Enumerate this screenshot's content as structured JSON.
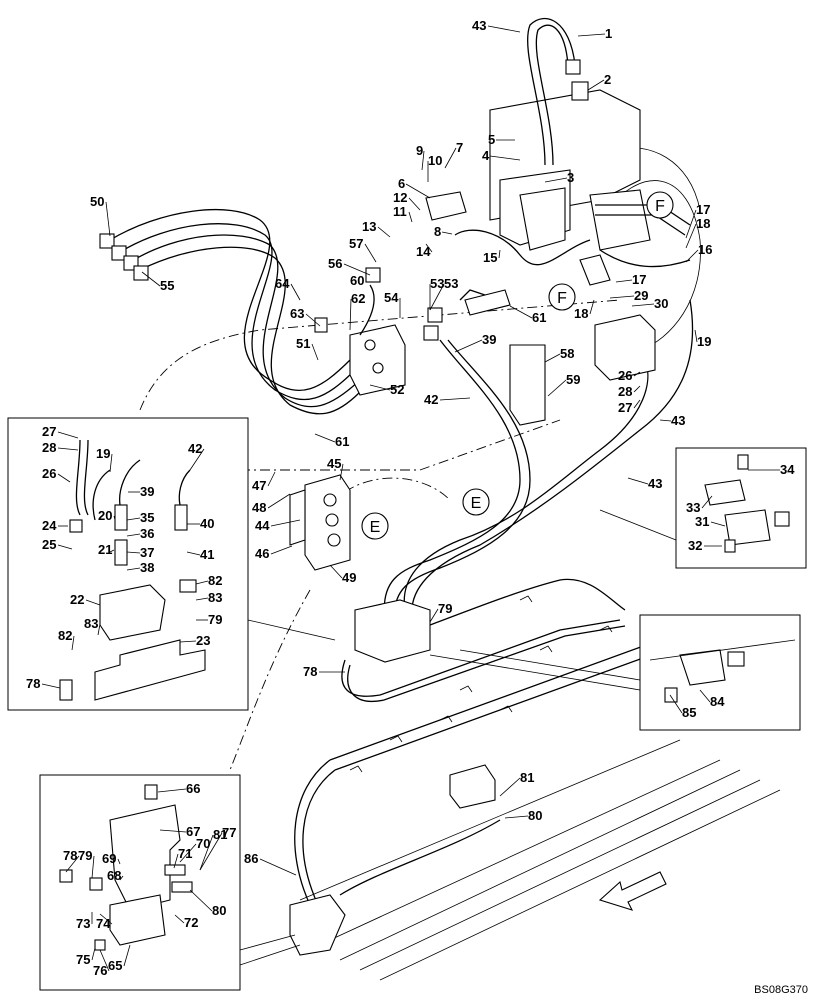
{
  "reference_code": "BS08G370",
  "view_markers": [
    "F",
    "F",
    "E",
    "E"
  ],
  "part_callouts": [
    "1",
    "2",
    "3",
    "4",
    "5",
    "6",
    "7",
    "8",
    "9",
    "10",
    "11",
    "12",
    "13",
    "14",
    "15",
    "16",
    "17",
    "18",
    "19",
    "20",
    "21",
    "22",
    "23",
    "24",
    "25",
    "26",
    "27",
    "28",
    "29",
    "30",
    "31",
    "32",
    "33",
    "34",
    "35",
    "36",
    "37",
    "38",
    "39",
    "40",
    "41",
    "42",
    "43",
    "44",
    "45",
    "46",
    "47",
    "48",
    "49",
    "50",
    "51",
    "52",
    "53",
    "54",
    "55",
    "56",
    "57",
    "58",
    "59",
    "60",
    "61",
    "62",
    "63",
    "64",
    "65",
    "66",
    "67",
    "68",
    "69",
    "70",
    "71",
    "72",
    "73",
    "74",
    "75",
    "76",
    "77",
    "78",
    "79",
    "80",
    "81",
    "82",
    "83",
    "84",
    "85",
    "86"
  ],
  "icons": {
    "forward_direction": "arrow-icon"
  }
}
